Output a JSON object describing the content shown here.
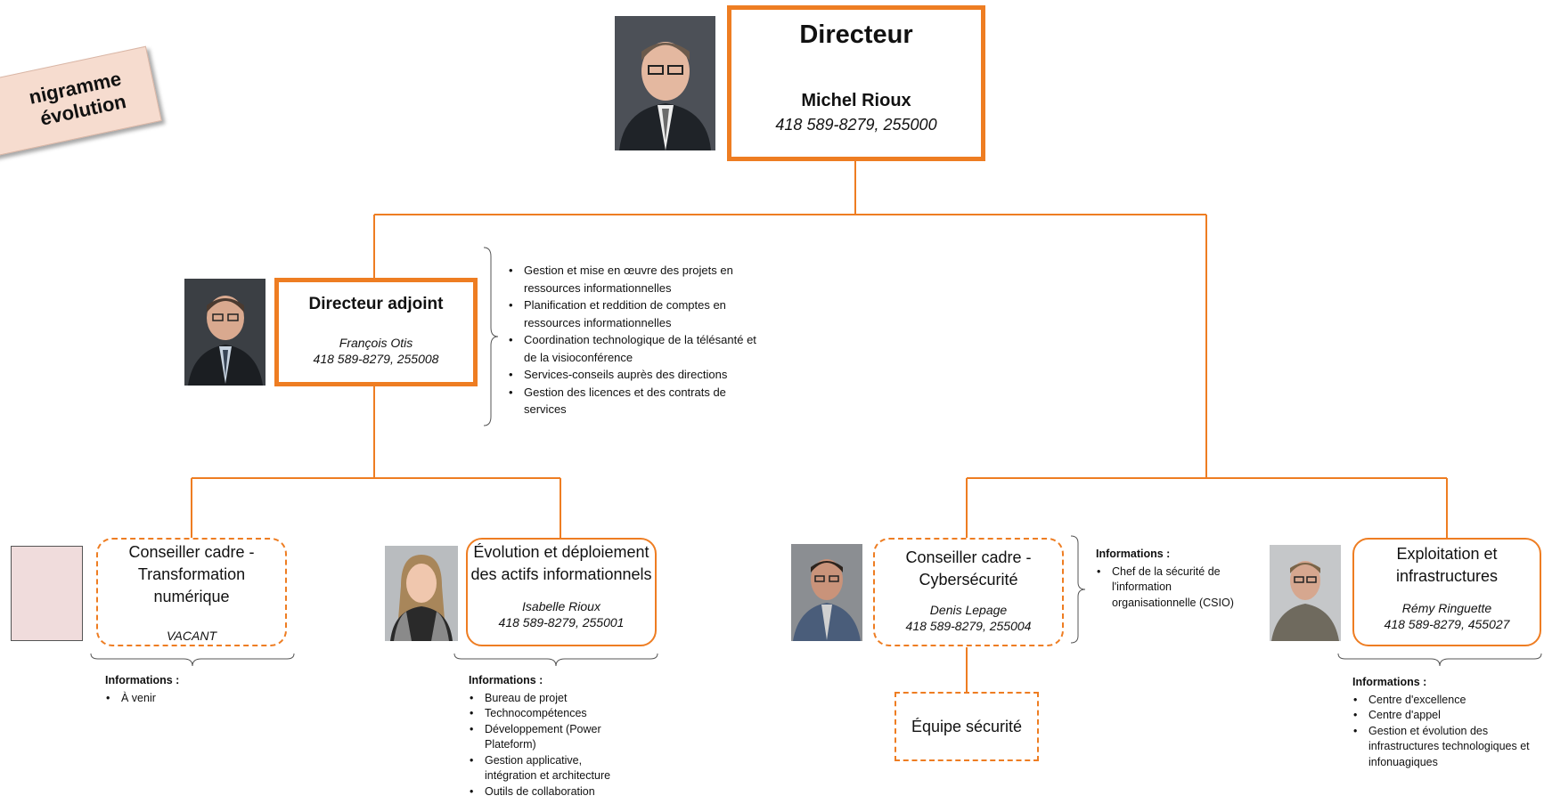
{
  "stamp": {
    "line1": "nigramme",
    "line2": "évolution"
  },
  "director": {
    "title": "Directeur",
    "name": "Michel Rioux",
    "phone": "418 589-8279, 255000"
  },
  "deputy": {
    "title": "Directeur adjoint",
    "name": "François Otis",
    "phone": "418 589-8279, 255008",
    "mandates": [
      "Gestion et mise en œuvre des projets en ressources informationnelles",
      "Planification et reddition de comptes en ressources informationnelles",
      "Coordination technologique de la télésanté et de la visioconférence",
      "Services-conseils auprès des directions",
      "Gestion des licences et des contrats de services"
    ]
  },
  "units": [
    {
      "title": "Conseiller cadre - Transformation numérique",
      "name": "VACANT",
      "phone": "",
      "info_label": "Informations :",
      "info": [
        "À venir"
      ]
    },
    {
      "title": "Évolution et déploiement des actifs informationnels",
      "name": "Isabelle Rioux",
      "phone": "418 589-8279, 255001",
      "info_label": "Informations :",
      "info": [
        "Bureau de projet",
        "Technocompétences",
        "Développement (Power Plateform)",
        "Gestion applicative, intégration et architecture",
        "Outils de collaboration"
      ]
    },
    {
      "title": "Conseiller cadre - Cybersécurité",
      "name": "Denis Lepage",
      "phone": "418 589-8279, 255004",
      "info_label": "Informations :",
      "info": [
        "Chef de la sécurité de l'information organisationnelle (CSIO)"
      ]
    },
    {
      "title": "Exploitation et infrastructures",
      "name": "Rémy Ringuette",
      "phone": "418 589-8279, 455027",
      "info_label": "Informations :",
      "info": [
        "Centre d'excellence",
        "Centre d'appel",
        "Gestion et évolution des infrastructures technologiques et infonuagiques"
      ]
    }
  ],
  "security_team": {
    "label": "Équipe sécurité"
  },
  "colors": {
    "accent": "#ee7d22",
    "placeholder": "#f0dcdc"
  }
}
